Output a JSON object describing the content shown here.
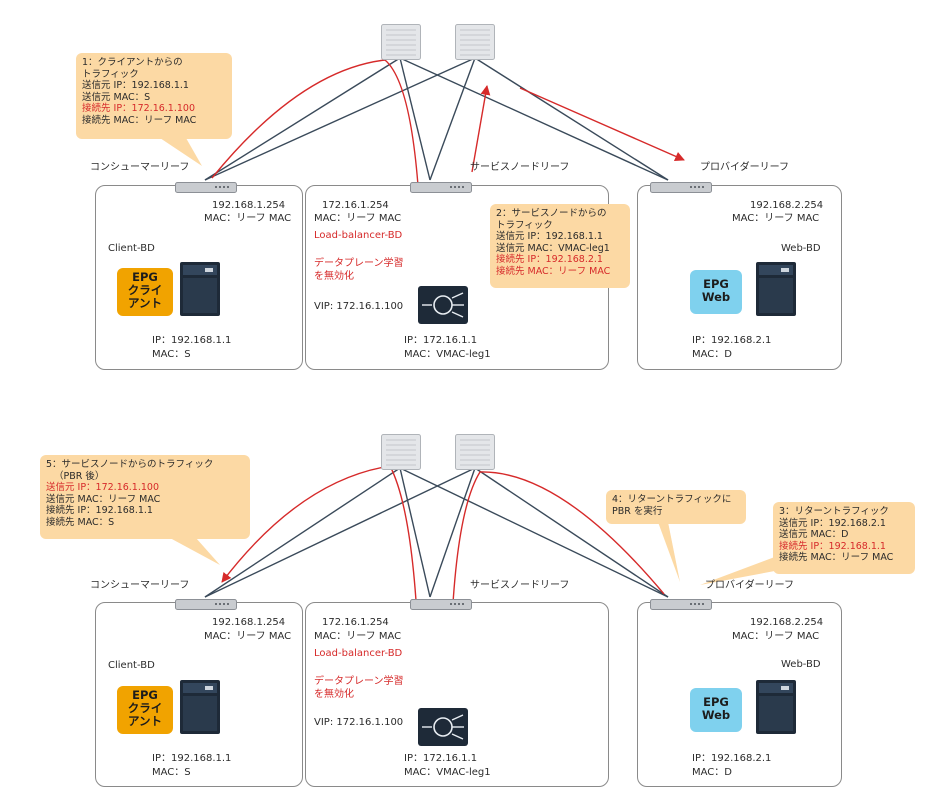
{
  "top": {
    "consumer_leaf_label": "コンシューマーリーフ",
    "service_leaf_label": "サービスノードリーフ",
    "provider_leaf_label": "プロバイダーリーフ",
    "client_box": {
      "gw_ip": "192.168.1.254",
      "gw_mac": "MAC：リーフ MAC",
      "bd": "Client-BD",
      "epg": [
        "EPG",
        "クライ",
        "アント"
      ],
      "ip": "IP：192.168.1.1",
      "mac": "MAC：S"
    },
    "service_box": {
      "gw_ip": "172.16.1.254",
      "gw_mac": "MAC：リーフ MAC",
      "bd": "Load-balancer-BD",
      "dp_learning": [
        "データプレーン学習",
        "を無効化"
      ],
      "vip": "VIP: 172.16.1.100",
      "ip": "IP：172.16.1.1",
      "mac": "MAC：VMAC-leg1"
    },
    "web_box": {
      "gw_ip": "192.168.2.254",
      "gw_mac": "MAC：リーフ MAC",
      "bd": "Web-BD",
      "epg": [
        "EPG",
        "Web"
      ],
      "ip": "IP：192.168.2.1",
      "mac": "MAC：D"
    },
    "callout1": [
      {
        "text": "1：クライアントからの",
        "red": false
      },
      {
        "text": "トラフィック",
        "red": false
      },
      {
        "text": "送信元 IP：192.168.1.1",
        "red": false
      },
      {
        "text": "送信元 MAC：S",
        "red": false
      },
      {
        "text": "接続先 IP：172.16.1.100",
        "red": true
      },
      {
        "text": "接続先 MAC：リーフ MAC",
        "red": false
      }
    ],
    "callout2": [
      {
        "text": "2：サービスノードからの",
        "red": false
      },
      {
        "text": "トラフィック",
        "red": false
      },
      {
        "text": "送信元 IP：192.168.1.1",
        "red": false
      },
      {
        "text": "送信元 MAC：VMAC-leg1",
        "red": false
      },
      {
        "text": "接続先 IP：192.168.2.1",
        "red": true
      },
      {
        "text": "接続先 MAC：リーフ MAC",
        "red": true
      }
    ]
  },
  "bottom": {
    "consumer_leaf_label": "コンシューマーリーフ",
    "service_leaf_label": "サービスノードリーフ",
    "provider_leaf_label": "プロバイダーリーフ",
    "client_box": {
      "gw_ip": "192.168.1.254",
      "gw_mac": "MAC：リーフ MAC",
      "bd": "Client-BD",
      "epg": [
        "EPG",
        "クライ",
        "アント"
      ],
      "ip": "IP：192.168.1.1",
      "mac": "MAC：S"
    },
    "service_box": {
      "gw_ip": "172.16.1.254",
      "gw_mac": "MAC：リーフ MAC",
      "bd": "Load-balancer-BD",
      "dp_learning": [
        "データプレーン学習",
        "を無効化"
      ],
      "vip": "VIP: 172.16.1.100",
      "ip": "IP：172.16.1.1",
      "mac": "MAC：VMAC-leg1"
    },
    "web_box": {
      "gw_ip": "192.168.2.254",
      "gw_mac": "MAC：リーフ MAC",
      "bd": "Web-BD",
      "epg": [
        "EPG",
        "Web"
      ],
      "ip": "IP：192.168.2.1",
      "mac": "MAC：D"
    },
    "callout5": [
      {
        "text": "5：サービスノードからのトラフィック",
        "red": false
      },
      {
        "text": "（PBR 後）",
        "red": false
      },
      {
        "text": "送信元 IP：172.16.1.100",
        "red": true
      },
      {
        "text": "送信元 MAC：リーフ MAC",
        "red": false
      },
      {
        "text": "接続先 IP：192.168.1.1",
        "red": false
      },
      {
        "text": "接続先 MAC：S",
        "red": false
      }
    ],
    "callout4": [
      {
        "text": "4：リターントラフィックに",
        "red": false
      },
      {
        "text": "PBR を実行",
        "red": false
      }
    ],
    "callout3": [
      {
        "text": "3：リターントラフィック",
        "red": false
      },
      {
        "text": "送信元 IP：192.168.2.1",
        "red": false
      },
      {
        "text": "送信元 MAC：D",
        "red": false
      },
      {
        "text": "接続先 IP：192.168.1.1",
        "red": true
      },
      {
        "text": "接続先 MAC：リーフ MAC",
        "red": false
      }
    ]
  },
  "colors": {
    "callout_bg": "#fcd9a4",
    "traffic_arrow": "#d62a2a",
    "link_line": "#3a4a5a",
    "epg_client": "#f1a300",
    "epg_web": "#7fd1ee"
  },
  "icons": {
    "spine": "spine-switch-icon",
    "leaf": "leaf-switch-icon",
    "server": "server-icon",
    "load_balancer": "load-balancer-icon"
  }
}
